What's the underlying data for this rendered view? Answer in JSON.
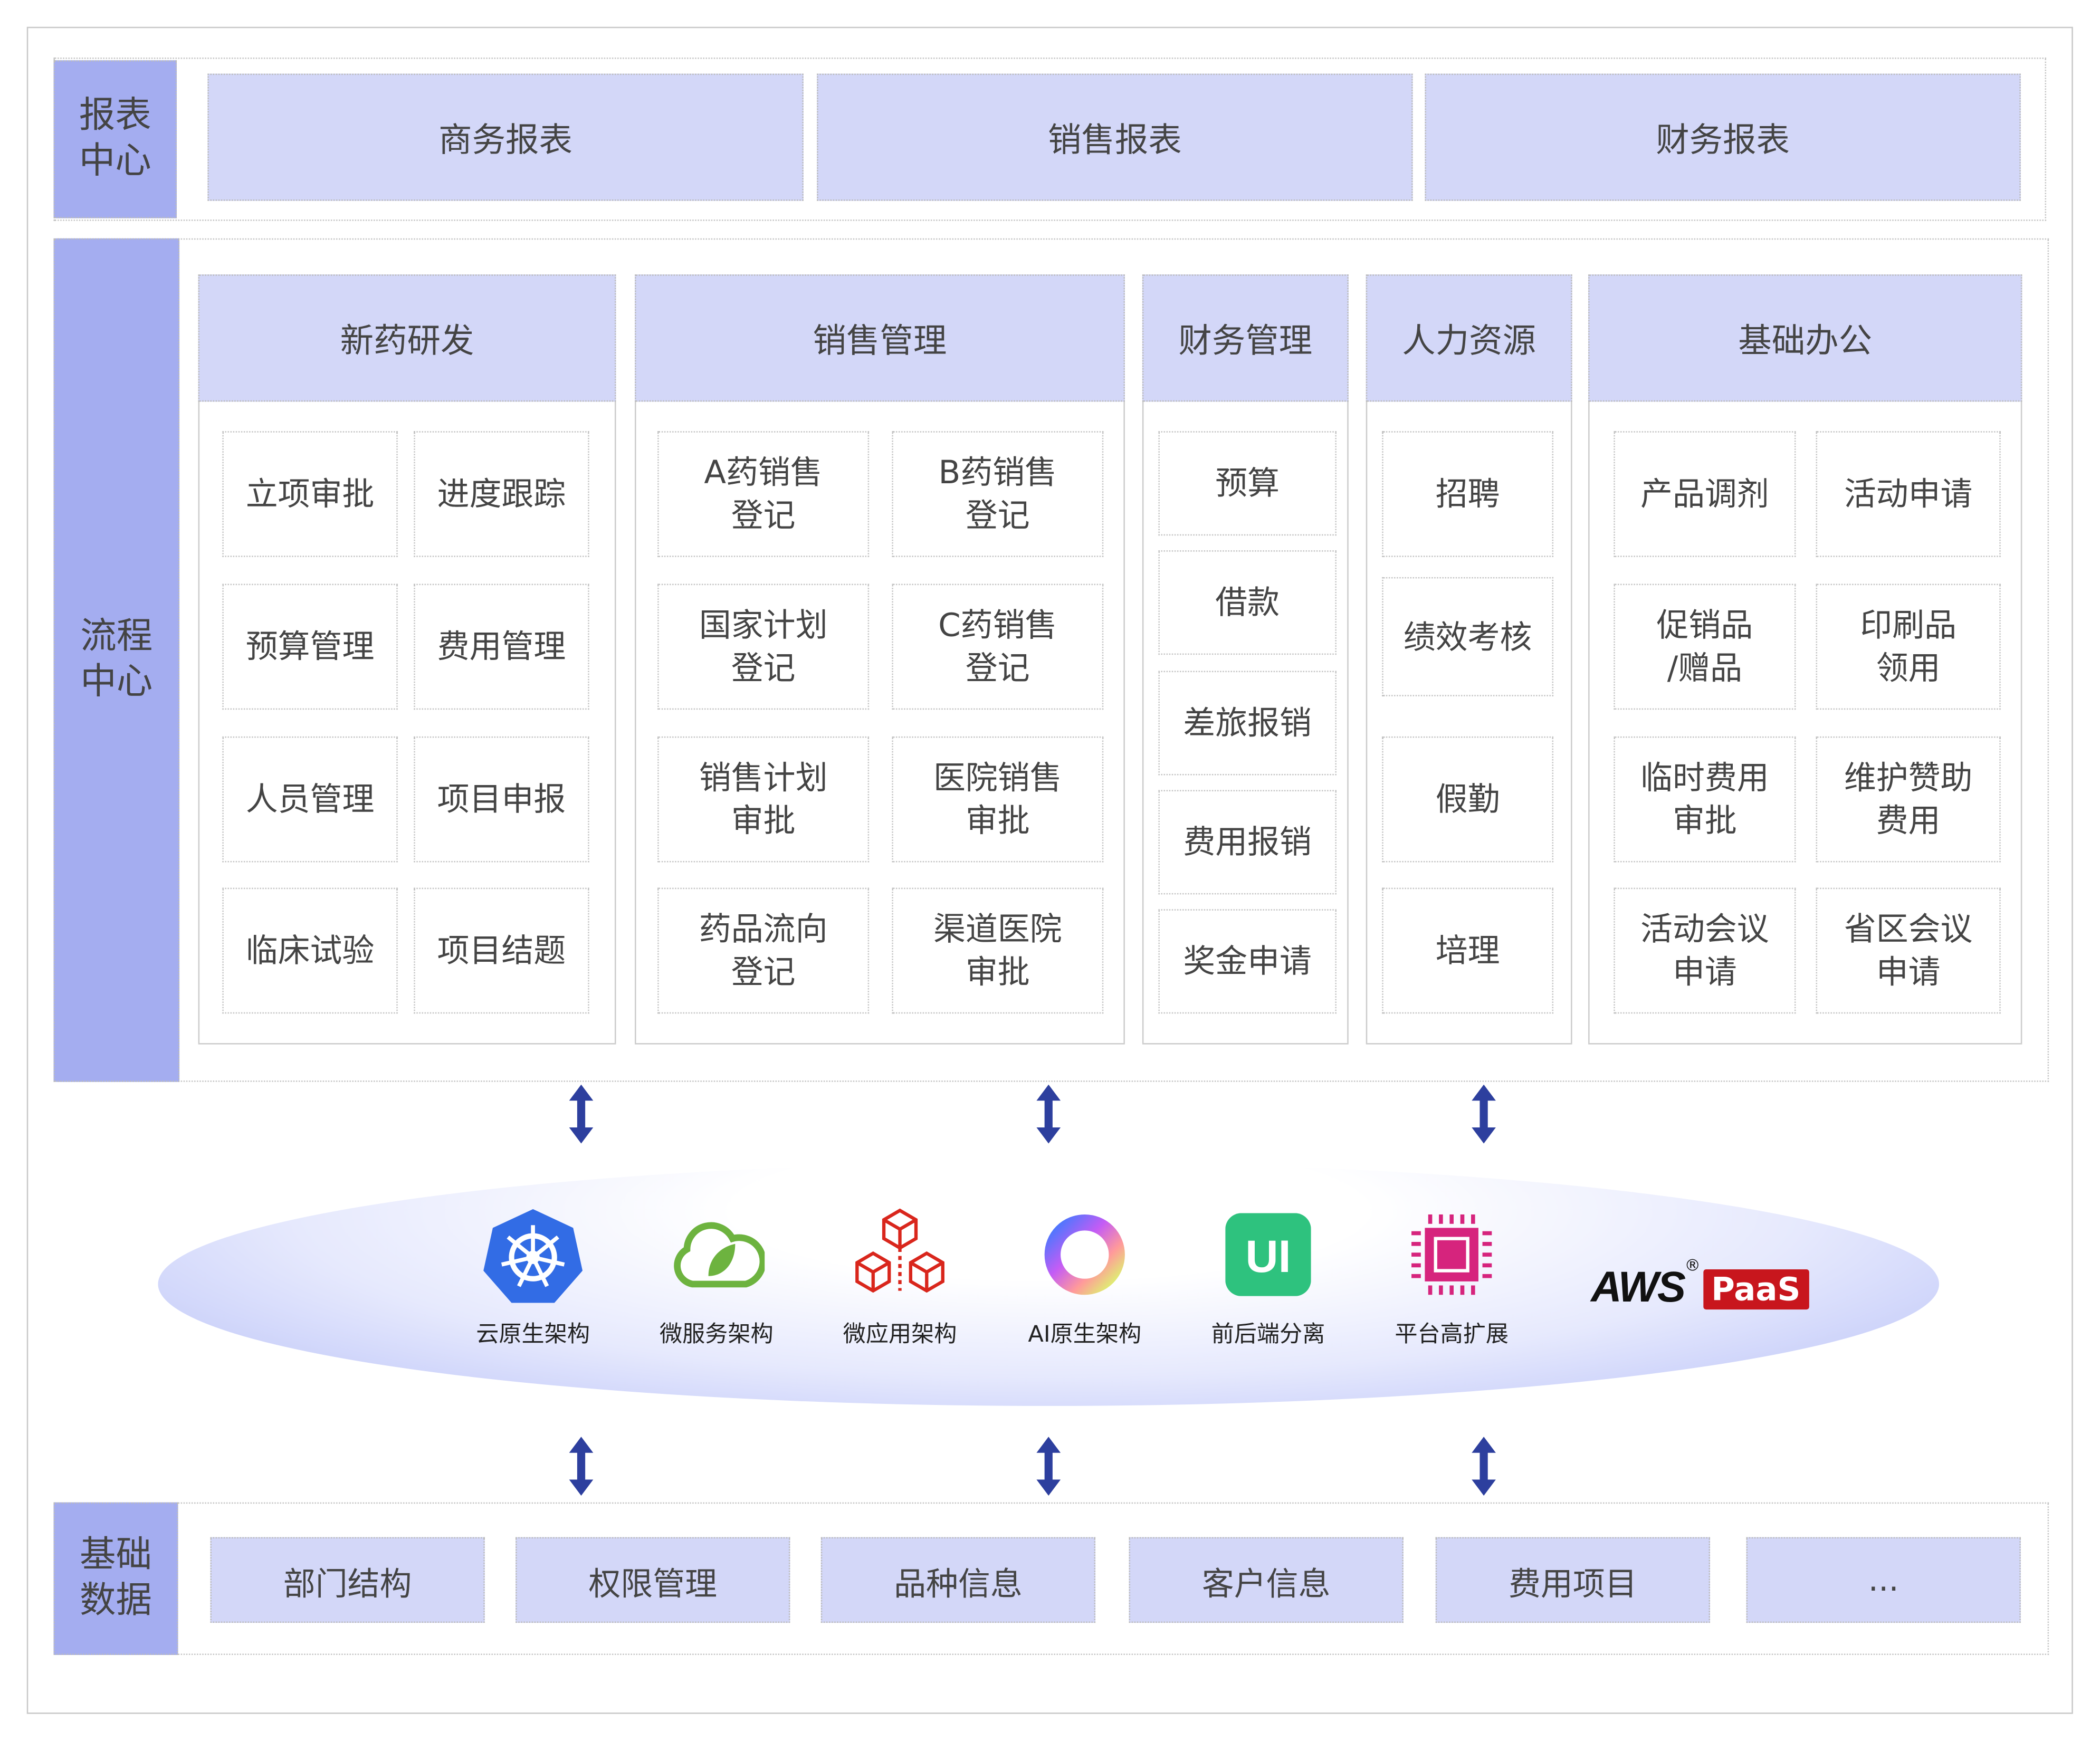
{
  "report_center": {
    "label": "报表\n中心",
    "cards": [
      "商务报表",
      "销售报表",
      "财务报表"
    ]
  },
  "process_center": {
    "label": "流程\n中心",
    "columns": [
      {
        "title": "新药研发",
        "items": [
          "立项审批",
          "进度跟踪",
          "预算管理",
          "费用管理",
          "人员管理",
          "项目申报",
          "临床试验",
          "项目结题"
        ]
      },
      {
        "title": "销售管理",
        "items": [
          "A药销售\n登记",
          "B药销售\n登记",
          "国家计划\n登记",
          "C药销售\n登记",
          "销售计划\n审批",
          "医院销售\n审批",
          "药品流向\n登记",
          "渠道医院\n审批"
        ]
      },
      {
        "title": "财务管理",
        "items": [
          "预算",
          "借款",
          "差旅报销",
          "费用报销",
          "奖金申请"
        ]
      },
      {
        "title": "人力资源",
        "items": [
          "招聘",
          "绩效考核",
          "假勤",
          "培理"
        ]
      },
      {
        "title": "基础办公",
        "items": [
          "产品调剂",
          "活动申请",
          "促销品\n/赠品",
          "印刷品\n领用",
          "临时费用\n审批",
          "维护赞助\n费用",
          "活动会议\n申请",
          "省区会议\n申请"
        ]
      }
    ]
  },
  "platform": {
    "techs": [
      {
        "label": "云原生架构",
        "icon": "kubernetes-icon",
        "color": "#326ce5"
      },
      {
        "label": "微服务架构",
        "icon": "spring-icon",
        "color": "#6db33f"
      },
      {
        "label": "微应用架构",
        "icon": "cubes-icon",
        "color": "#d9261c"
      },
      {
        "label": "AI原生架构",
        "icon": "ai-ring-icon",
        "color": "#7a6cf5"
      },
      {
        "label": "前后端分离",
        "icon": "ui-icon",
        "color": "#2ec27e"
      },
      {
        "label": "平台高扩展",
        "icon": "chip-icon",
        "color": "#d6247d"
      }
    ],
    "logo": {
      "aws": "AWS",
      "reg": "®",
      "paas": "PaaS"
    }
  },
  "base_data": {
    "label": "基础\n数据",
    "items": [
      "部门结构",
      "权限管理",
      "品种信息",
      "客户信息",
      "费用项目",
      "..."
    ]
  },
  "colors": {
    "label_bg": "#a4adf0",
    "card_bg": "#d3d7f8",
    "arrow": "#2d3f9e"
  }
}
